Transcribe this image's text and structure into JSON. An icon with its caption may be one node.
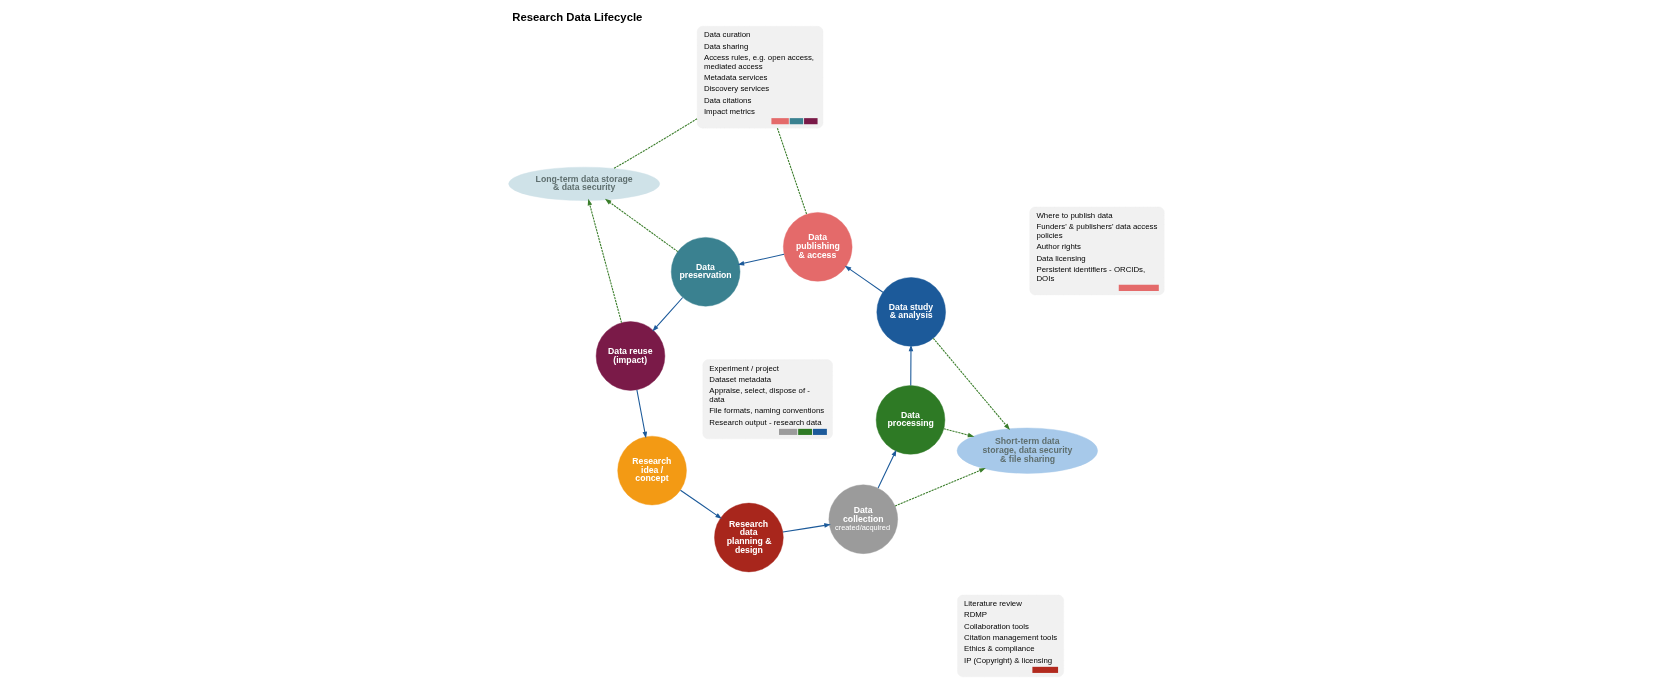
{
  "diagram": {
    "title": "Research Data Lifecycle",
    "nodes": [
      {
        "text": [
          "Research data planning & design"
        ]
      },
      {
        "text": [
          "Data collection",
          "created/acquired"
        ]
      },
      {
        "text": [
          "Data processing"
        ]
      },
      {
        "text": [
          "Data study & analysis"
        ]
      },
      {
        "text": [
          "Data publishing & access"
        ]
      },
      {
        "text": [
          "Data preservation"
        ]
      },
      {
        "text": [
          "Data reuse (impact)"
        ]
      },
      {
        "text": [
          "Research idea / concept"
        ]
      },
      {
        "text": [
          "Long-term data storage & data security"
        ]
      },
      {
        "text": [
          "Short-term data storage, data security & file sharing"
        ]
      },
      {
        "text": [
          "Literature review",
          "RDMP",
          "Collaboration tools",
          "Citation management tools",
          "Ethics & compliance",
          "IP (Copyright) & licensing"
        ]
      },
      {
        "text": [
          "Experiment / project",
          "Dataset metadata",
          "Appraise, select, dispose of - data",
          "File formats, naming conventions",
          "Research output - research data"
        ]
      },
      {
        "text": [
          "Data curation",
          "Data sharing",
          "Access rules, e.g. open access, mediated access",
          "Metadata services",
          "Discovery services",
          "Data citations",
          "Impact metrics"
        ]
      },
      {
        "text": [
          "Where to publish data",
          "Funders' & publishers' data access policies",
          "Author rights",
          "Data licensing",
          "Persistent identifiers - ORCIDs, DOIs"
        ]
      }
    ],
    "edges": [
      {
        "from": 7,
        "to": 0,
        "arrow": "to"
      },
      {
        "from": 0,
        "to": 1,
        "arrow": "to"
      },
      {
        "from": 1,
        "to": 2,
        "arrow": "to"
      },
      {
        "from": 2,
        "to": 3,
        "arrow": "to"
      },
      {
        "from": 3,
        "to": 4,
        "arrow": "to"
      },
      {
        "from": 4,
        "to": 5,
        "arrow": "to"
      },
      {
        "from": 5,
        "to": 6,
        "arrow": "to"
      },
      {
        "from": 6,
        "to": 7,
        "arrow": "to"
      },
      {
        "from": 1,
        "to": 9,
        "arrow": "to",
        "style": "dashed",
        "color": "#3a7d2a"
      },
      {
        "from": 2,
        "to": 9,
        "arrow": "to",
        "style": "dashed",
        "color": "#3a7d2a"
      },
      {
        "from": 3,
        "to": 9,
        "arrow": "to",
        "style": "dashed",
        "color": "#3a7d2a"
      },
      {
        "from": 6,
        "to": 8,
        "arrow": "to",
        "style": "dashed",
        "color": "#3a7d2a"
      },
      {
        "from": 5,
        "to": 8,
        "arrow": "to",
        "style": "dashed",
        "color": "#3a7d2a"
      },
      {
        "from": 12,
        "to": 8,
        "arrow": "none",
        "style": "dashed",
        "color": "#3a7d2a"
      },
      {
        "from": 12,
        "to": 4,
        "arrow": "none",
        "style": "dashed",
        "color": "#3a7d2a"
      }
    ]
  }
}
